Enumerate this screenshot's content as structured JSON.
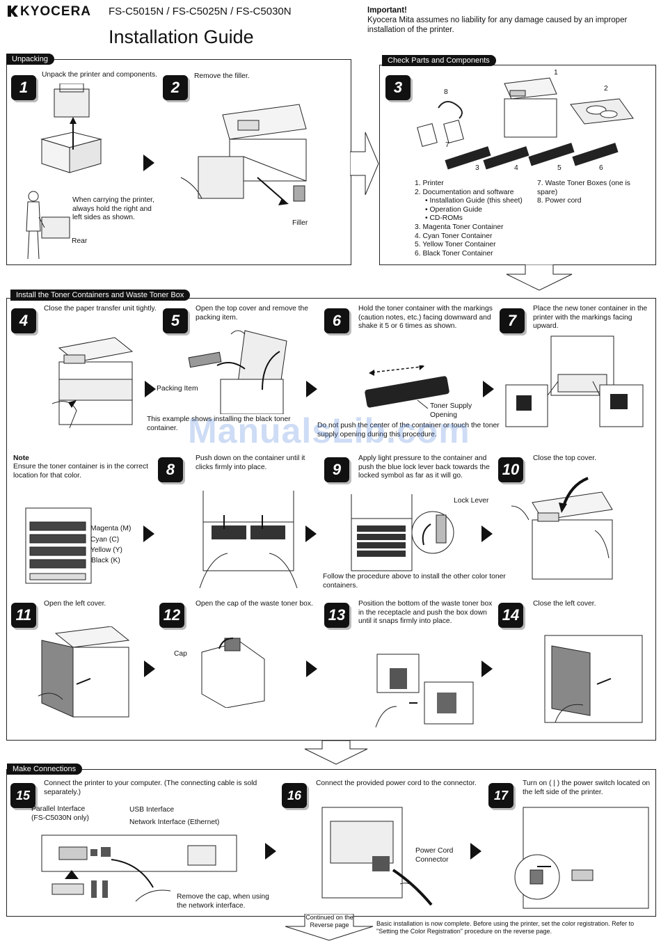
{
  "header": {
    "brand": "KYOCERA",
    "models": "FS-C5015N / FS-C5025N / FS-C5030N",
    "title": "Installation Guide",
    "important_title": "Important!",
    "important_text": "Kyocera Mita assumes no liability for any damage caused by an improper installation of the printer."
  },
  "sections": {
    "unpacking": "Unpacking",
    "check_parts": "Check Parts and Components",
    "install_toner": "Install the Toner Containers and Waste Toner Box",
    "connections": "Make Connections"
  },
  "steps": {
    "s1": {
      "num": "1",
      "text": "Unpack the printer and components.",
      "note": "When carrying the printer, always hold the right and left sides as shown.",
      "rear": "Rear"
    },
    "s2": {
      "num": "2",
      "text": "Remove the filler.",
      "filler": "Filler"
    },
    "s3": {
      "num": "3"
    },
    "s4": {
      "num": "4",
      "text": "Close the paper transfer unit tightly."
    },
    "s5": {
      "num": "5",
      "text": "Open the top cover and remove the packing item.",
      "packing": "Packing Item",
      "example": "This example shows installing the black toner container."
    },
    "s6": {
      "num": "6",
      "text": "Hold the toner container with the markings (caution notes, etc.) facing downward and shake it 5 or 6 times as shown.",
      "supply": "Toner Supply Opening",
      "caution": "Do not push the center of the container or touch the toner supply opening during this procedure."
    },
    "s7": {
      "num": "7",
      "text": "Place the new toner container in the printer with the markings facing upward."
    },
    "note": {
      "title": "Note",
      "text": "Ensure the toner container is in the correct location for that color.",
      "magenta": "Magenta (M)",
      "cyan": "Cyan (C)",
      "yellow": "Yellow (Y)",
      "black": "Black (K)"
    },
    "s8": {
      "num": "8",
      "text": "Push down on the container until it clicks firmly into place."
    },
    "s9": {
      "num": "9",
      "text": "Apply light pressure to the container and push the blue lock lever back towards the locked symbol as far as it will go.",
      "lock": "Lock Lever",
      "follow": "Follow the procedure above to install the other color toner containers."
    },
    "s10": {
      "num": "10",
      "text": "Close the top cover."
    },
    "s11": {
      "num": "11",
      "text": "Open the left cover."
    },
    "s12": {
      "num": "12",
      "text": "Open the cap of the waste toner box.",
      "cap": "Cap"
    },
    "s13": {
      "num": "13",
      "text": "Position the bottom of the waste toner box in the receptacle and push the box down until it snaps firmly into place."
    },
    "s14": {
      "num": "14",
      "text": "Close the left cover."
    },
    "s15": {
      "num": "15",
      "text": "Connect the printer to your computer. (The connecting cable is sold separately.)",
      "parallel": "Parallel Interface (FS-C5030N only)",
      "usb": "USB Interface",
      "network": "Network Interface (Ethernet)",
      "remove_cap": "Remove the cap, when using the network interface."
    },
    "s16": {
      "num": "16",
      "text": "Connect the provided power cord to the connector.",
      "connector": "Power Cord Connector"
    },
    "s17": {
      "num": "17",
      "text": "Turn on ( | ) the power switch located on the left side of the printer."
    }
  },
  "parts": {
    "left": [
      "1.  Printer",
      "2.  Documentation and software",
      "•  Installation Guide (this sheet)",
      "•  Operation Guide",
      "•  CD-ROMs",
      "3.  Magenta Toner Container",
      "4.  Cyan Toner Container",
      "5.  Yellow Toner Container",
      "6.  Black Toner Container"
    ],
    "right": [
      "7.  Waste Toner Boxes (one is spare)",
      "8.  Power cord"
    ],
    "callouts": [
      "1",
      "2",
      "3",
      "4",
      "5",
      "6",
      "7",
      "8"
    ]
  },
  "footer": {
    "continued": "Continued on the Reverse page",
    "complete": "Basic installation is now complete. Before using the printer, set the color registration. Refer to \"Setting the Color Registration\" procedure on the reverse page."
  },
  "watermark": "ManualsLib.com"
}
